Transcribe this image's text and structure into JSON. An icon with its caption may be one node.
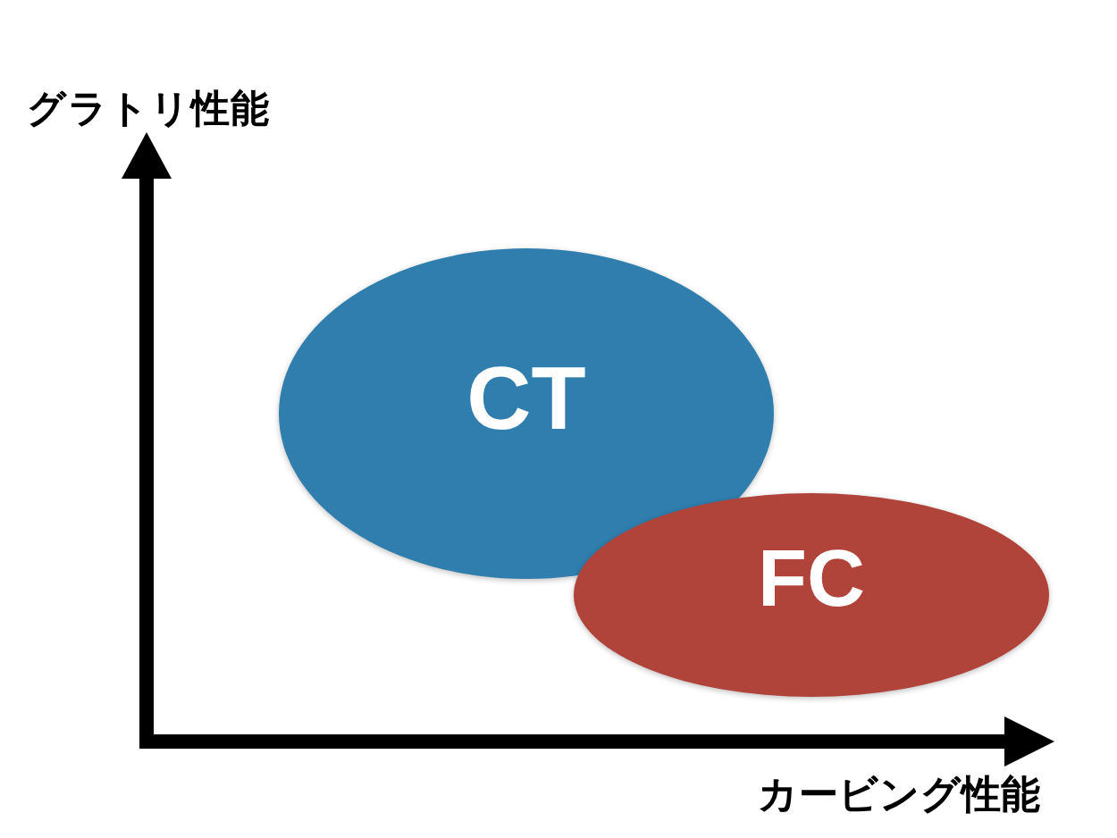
{
  "diagram": {
    "nodes": [
      {
        "text": [
          "CT"
        ]
      },
      {
        "text": [
          "FC"
        ]
      }
    ],
    "labels": [
      "グラトリ性能",
      "カービング性能"
    ]
  }
}
